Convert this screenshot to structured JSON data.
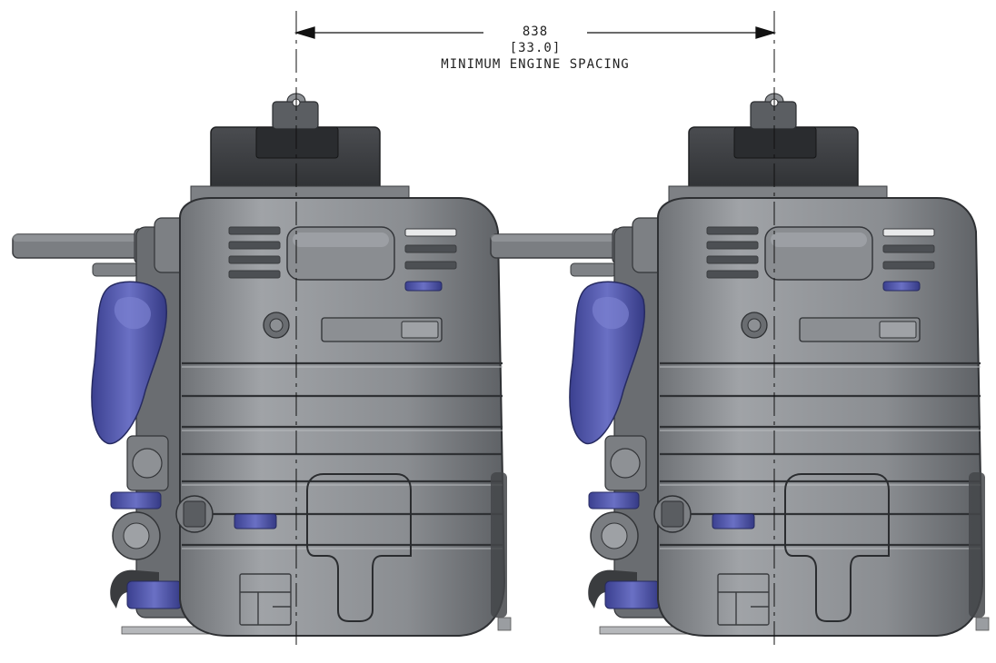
{
  "dimension": {
    "value": "838",
    "value_alt": "[33.0]",
    "label": "MINIMUM ENGINE SPACING"
  },
  "colors": {
    "engine_body": "#8f9296",
    "engine_dark": "#55585c",
    "engine_shadow": "#3c3e41",
    "accent_blue": "#4f55a8",
    "dimension_line": "#111111"
  }
}
